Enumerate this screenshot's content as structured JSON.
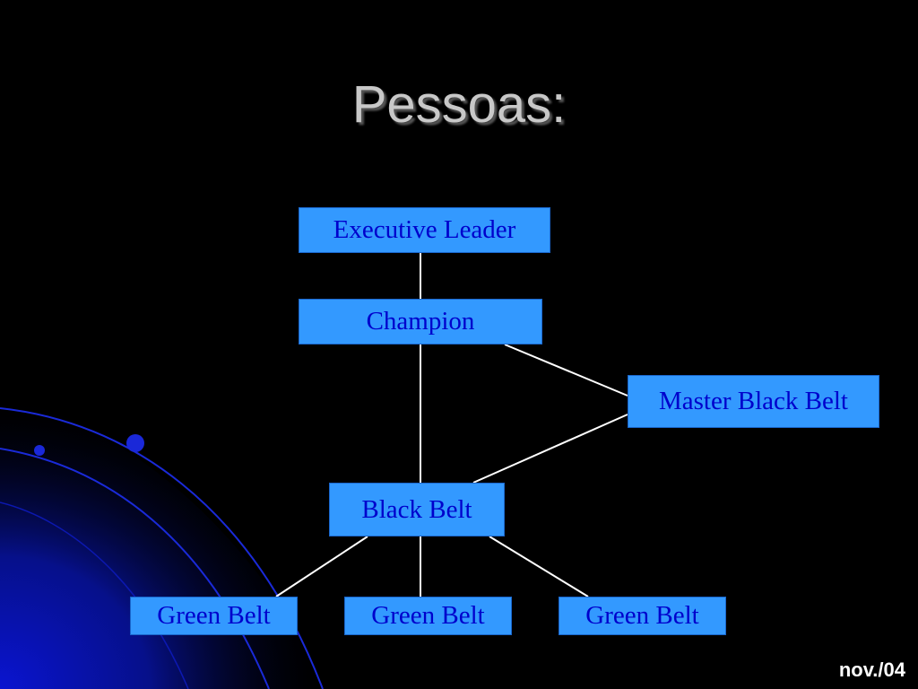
{
  "slide": {
    "title": "Pessoas:",
    "footer": "nov./04"
  },
  "org_chart": {
    "nodes": {
      "executive_leader": "Executive Leader",
      "champion": "Champion",
      "master_black_belt": "Master Black Belt",
      "black_belt": "Black Belt",
      "green_belt_1": "Green Belt",
      "green_belt_2": "Green Belt",
      "green_belt_3": "Green Belt"
    },
    "links": [
      [
        "executive_leader",
        "champion"
      ],
      [
        "champion",
        "black_belt"
      ],
      [
        "champion",
        "master_black_belt"
      ],
      [
        "master_black_belt",
        "black_belt"
      ],
      [
        "black_belt",
        "green_belt_1"
      ],
      [
        "black_belt",
        "green_belt_2"
      ],
      [
        "black_belt",
        "green_belt_3"
      ]
    ]
  },
  "colors": {
    "background": "#000000",
    "node_fill": "#3399ff",
    "node_text": "#0000cc",
    "title_text": "#c8c8c8",
    "connector": "#ffffff",
    "decor_blue": "#0a14c8"
  }
}
